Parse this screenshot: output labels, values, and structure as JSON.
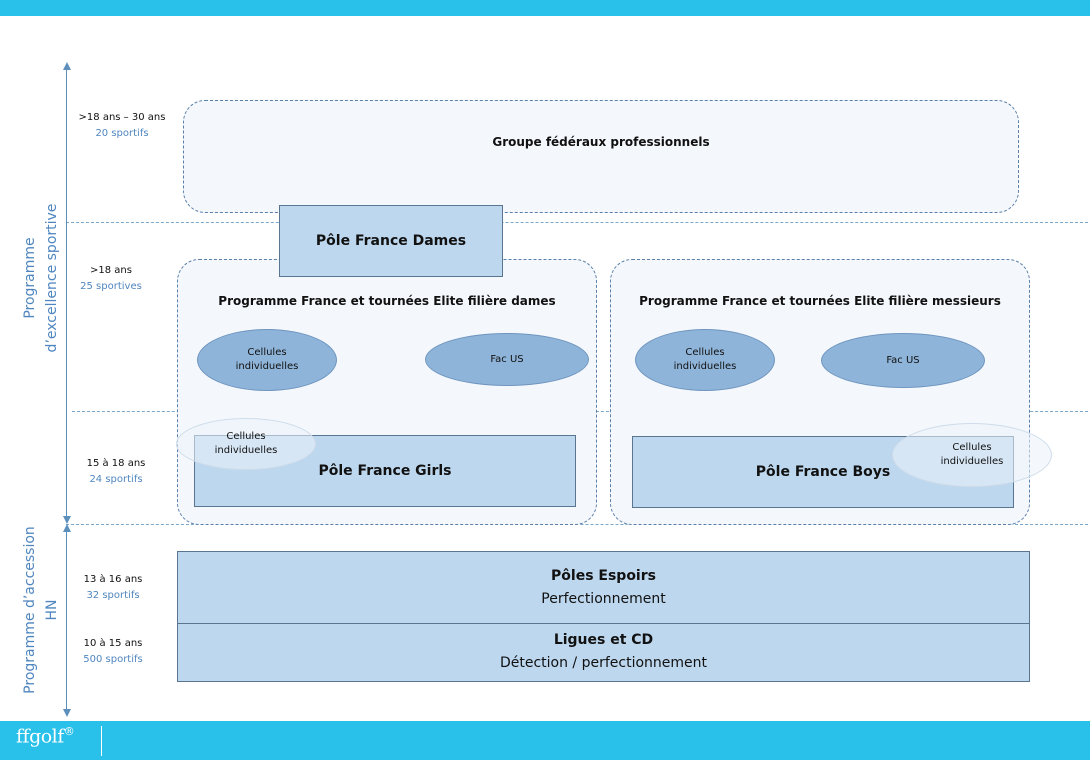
{
  "axis_labels": {
    "upper": [
      "Programme",
      "d’excellence sportive"
    ],
    "lower": [
      "Programme d’accession",
      "HN"
    ]
  },
  "age_groups": [
    {
      "age": ">18 ans – 30 ans",
      "count": "20 sportifs"
    },
    {
      "age": ">18 ans",
      "count": "25 sportives"
    },
    {
      "age": "15 à 18 ans",
      "count": "24 sportifs"
    },
    {
      "age": "13 à 16 ans",
      "count": "32 sportifs"
    },
    {
      "age": "10 à 15 ans",
      "count": "500 sportifs"
    }
  ],
  "boxes": {
    "groupe_federaux": "Groupe fédéraux professionnels",
    "pole_france_dames": "Pôle France Dames",
    "programme_dames": "Programme France et tournées Elite filière dames",
    "programme_messieurs": "Programme France et tournées Elite filière messieurs",
    "pole_france_girls": "Pôle France Girls",
    "pole_france_boys": "Pôle France Boys",
    "poles_espoirs": {
      "title": "Pôles Espoirs",
      "subtitle": "Perfectionnement"
    },
    "ligues_cd": {
      "title": "Ligues et CD",
      "subtitle": "Détection / perfectionnement"
    }
  },
  "ellipses": {
    "cellules_l1": "Cellules",
    "cellules_l2": "individuelles",
    "fac_us": "Fac US"
  },
  "logo": {
    "text": "ffgolf",
    "mark": "®"
  },
  "colors": {
    "accent": "#29c1ea",
    "box_fill": "#bdd7ee",
    "ellipse_fill": "#8fb4d9",
    "label_blue": "#4f86bf"
  }
}
